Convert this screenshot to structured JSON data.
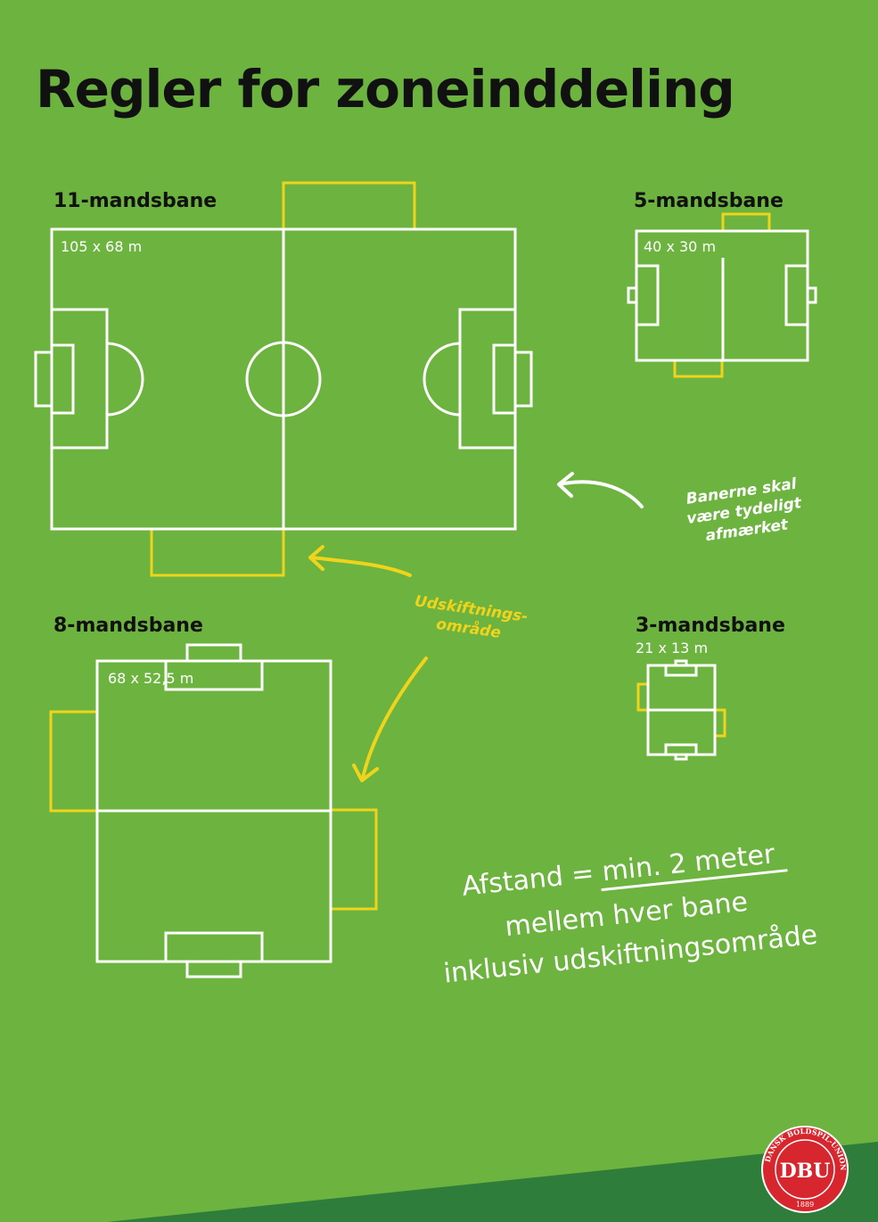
{
  "title": "Regler for zoneinddeling",
  "fields": {
    "eleven": {
      "label": "11-mandsbane",
      "size": "105 x 68 m"
    },
    "five": {
      "label": "5-mandsbane",
      "size": "40 x 30 m"
    },
    "eight": {
      "label": "8-mandsbane",
      "size": "68 x 52,5 m"
    },
    "three": {
      "label": "3-mandsbane",
      "size": "21 x 13 m"
    }
  },
  "notes": {
    "marked": [
      "Banerne skal",
      "være tydeligt",
      "afmærket"
    ],
    "substitution": [
      "Udskiftnings-",
      "område"
    ],
    "distance": {
      "line1_prefix": "Afstand = ",
      "line1_emph": "min. 2 meter",
      "line2": "mellem hver bane",
      "line3": "inklusiv udskiftningsområde"
    }
  },
  "logo": {
    "text": "DBU",
    "ring": "DANSK BOLDSPIL-UNION",
    "year": "1889"
  },
  "colors": {
    "background": "#6db33f",
    "band": "#2e7d3a",
    "yellow": "#f0d41c",
    "logo_red": "#d7262e"
  }
}
